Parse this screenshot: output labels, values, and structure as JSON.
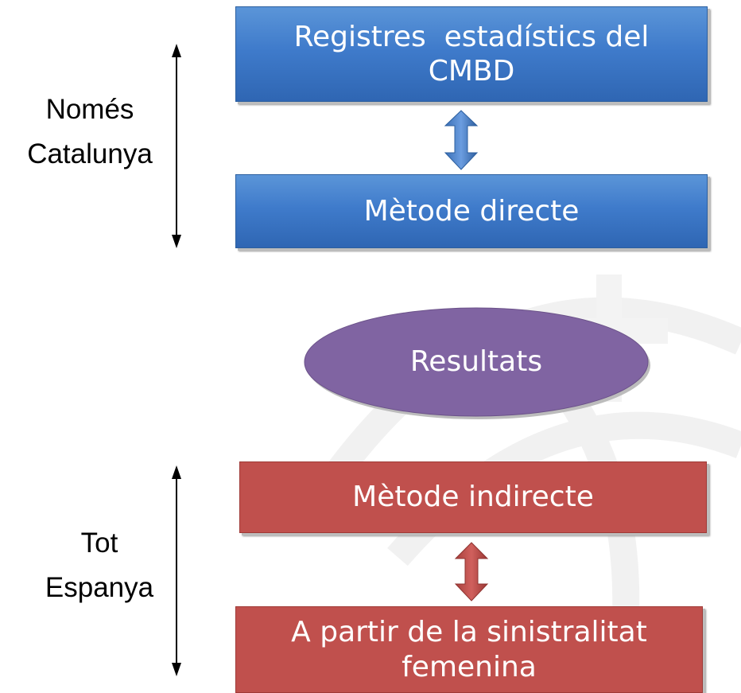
{
  "side_labels": {
    "top": [
      "Només",
      "Catalunya"
    ],
    "bottom": [
      "Tot",
      "Espanya"
    ]
  },
  "boxes": {
    "registres": [
      "Registres  estadístics del",
      "CMBD"
    ],
    "directe": "Mètode directe",
    "resultats": "Resultats",
    "indirecte": "Mètode indirecte",
    "sinistralitat": [
      "A partir de la sinistralitat",
      "femenina"
    ]
  },
  "colors": {
    "blue_box": "#4f81bd",
    "red_box": "#c0504d",
    "ellipse": "#8064a2",
    "arrow_blue": "#4a7fc4",
    "arrow_red": "#c0504d"
  }
}
